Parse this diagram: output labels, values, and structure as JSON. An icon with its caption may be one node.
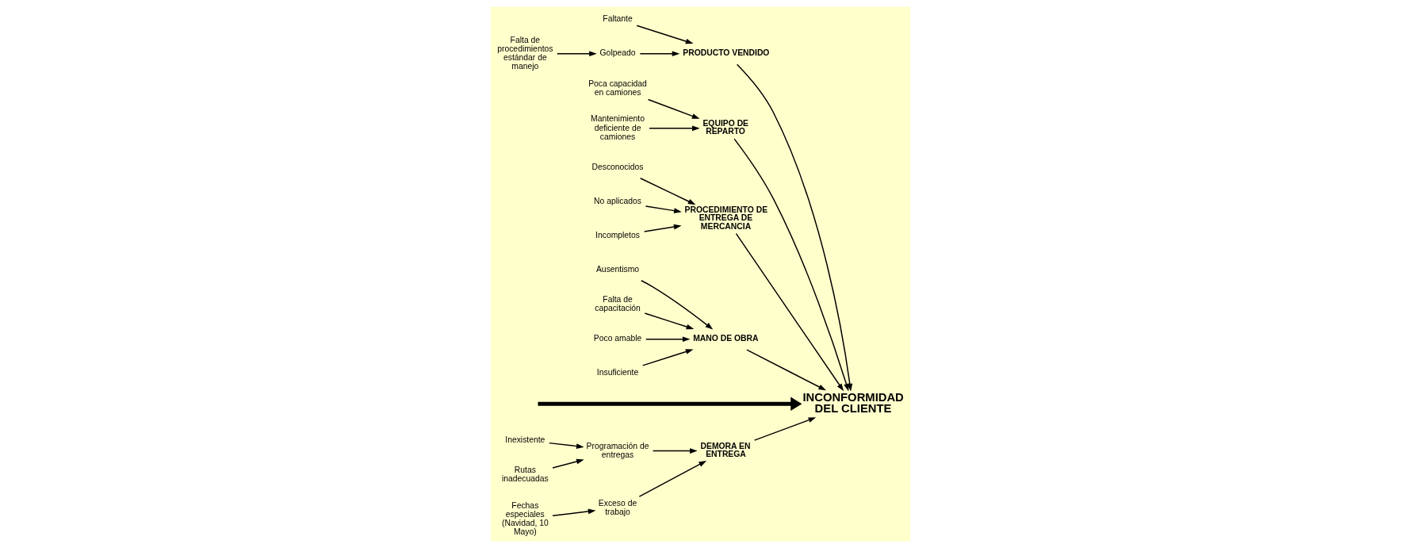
{
  "diagram": {
    "nodes": [
      {
        "text": [
          "DEMORA EN ENTREGA"
        ]
      },
      {
        "text": [
          "PRODUCTO VENDIDO"
        ]
      },
      {
        "text": [
          "Inexistente"
        ]
      },
      {
        "text": [
          "Fechas especiales (Navidad, 10 Mayo)"
        ]
      },
      {
        "text": [
          "Programación de entregas"
        ]
      },
      {
        "text": [
          "Exceso de trabajo"
        ]
      },
      {
        "text": [
          "Rutas inadecuadas"
        ]
      },
      {
        "text": [
          "Faltante"
        ]
      },
      {
        "text": [
          "Golpeado"
        ]
      },
      {
        "text": [
          "Falta de procedimientos estándar de manejo"
        ]
      },
      {
        "text": [
          "INCONFORMIDAD DEL CLIENTE"
        ]
      },
      {
        "text": [
          "Poca capacidad en camiones"
        ]
      },
      {
        "text": [
          "Mantenimiento deficiente de camiones"
        ]
      },
      {
        "text": [
          "Desconocidos"
        ]
      },
      {
        "text": [
          "No aplicados"
        ]
      },
      {
        "text": [
          "Incompletos"
        ]
      },
      {
        "text": [
          "Ausentismo"
        ]
      },
      {
        "text": [
          "Falta de capacitación"
        ]
      },
      {
        "text": [
          "Poco amable"
        ]
      },
      {
        "text": [
          "Insuficiente"
        ]
      },
      {
        "text": [
          "EQUIPO DE REPARTO"
        ]
      },
      {
        "text": [
          "PROCEDIMIENTO DE ENTREGA DE MERCANCIA"
        ]
      },
      {
        "text": [
          "MANO DE OBRA"
        ]
      }
    ],
    "edges": [
      {
        "from": null,
        "to": 10,
        "arrow": "to",
        "style": "thick"
      },
      {
        "from": 0,
        "to": 10,
        "arrow": "to"
      },
      {
        "from": 1,
        "to": 10,
        "arrow": "to"
      },
      {
        "from": 20,
        "to": 10,
        "arrow": "to"
      },
      {
        "from": 21,
        "to": 10,
        "arrow": "to"
      },
      {
        "from": 22,
        "to": 10,
        "arrow": "to"
      },
      {
        "from": 2,
        "to": 4,
        "arrow": "to"
      },
      {
        "from": 6,
        "to": 4,
        "arrow": "to"
      },
      {
        "from": 4,
        "to": 0,
        "arrow": "to"
      },
      {
        "from": 3,
        "to": 5,
        "arrow": "to"
      },
      {
        "from": 5,
        "to": 0,
        "arrow": "to"
      },
      {
        "from": 7,
        "to": 1,
        "arrow": "to"
      },
      {
        "from": 9,
        "to": 8,
        "arrow": "to"
      },
      {
        "from": 8,
        "to": 1,
        "arrow": "to"
      },
      {
        "from": 11,
        "to": 20,
        "arrow": "to"
      },
      {
        "from": 12,
        "to": 20,
        "arrow": "to"
      },
      {
        "from": 13,
        "to": 21,
        "arrow": "to"
      },
      {
        "from": 14,
        "to": 21,
        "arrow": "to"
      },
      {
        "from": 15,
        "to": 21,
        "arrow": "to"
      },
      {
        "from": 16,
        "to": 22,
        "arrow": "to"
      },
      {
        "from": 17,
        "to": 22,
        "arrow": "to"
      },
      {
        "from": 18,
        "to": 22,
        "arrow": "to"
      },
      {
        "from": 19,
        "to": 22,
        "arrow": "to"
      }
    ]
  }
}
